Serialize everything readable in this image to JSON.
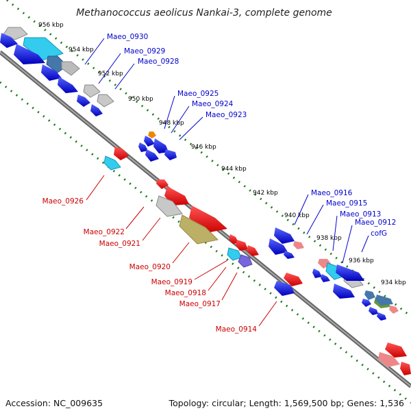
{
  "title": "Methanococcus aeolicus Nankai-3, complete genome",
  "accession": "Accession: NC_009635",
  "topology": "Topology: circular; Length: 1,569,500 bp; Genes: 1,536",
  "kbp_labels": [
    "956 kbp",
    "954 kbp",
    "952 kbp",
    "950 kbp",
    "948 kbp",
    "946 kbp",
    "944 kbp",
    "942 kbp",
    "940 kbp",
    "938 kbp",
    "936 kbp",
    "934 kbp"
  ],
  "forward_genes": [
    "Maeo_0930",
    "Maeo_0929",
    "Maeo_0928",
    "Maeo_0925",
    "Maeo_0924",
    "Maeo_0923",
    "Maeo_0916",
    "Maeo_0915",
    "Maeo_0913",
    "Maeo_0912",
    "cofG"
  ],
  "reverse_genes": [
    "Maeo_0926",
    "Maeo_0922",
    "Maeo_0921",
    "Maeo_0920",
    "Maeo_0919",
    "Maeo_0918",
    "Maeo_0917",
    "Maeo_0914"
  ],
  "colors": {
    "forward_label": "#0000cc",
    "reverse_label": "#cc0000",
    "forward_gene": "#0000dd",
    "reverse_gene": "#ee0000",
    "tick": "#1a7a1a",
    "backbone": "#888888"
  }
}
